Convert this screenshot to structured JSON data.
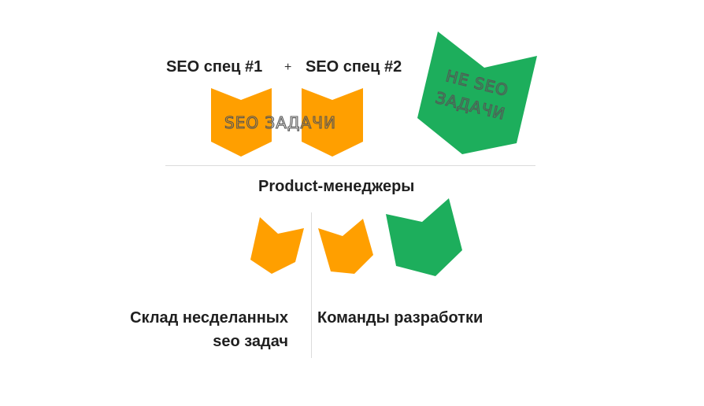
{
  "top": {
    "seo_spec_1": "SEO спец #1",
    "plus": "+",
    "seo_spec_2": "SEO спец #2",
    "seo_tasks_label": "SEO ЗАДАЧИ",
    "non_seo_line1": "НЕ SEO",
    "non_seo_line2": "ЗАДАЧИ"
  },
  "middle": {
    "product_managers": "Product-менеджеры"
  },
  "bottom": {
    "backlog_line1": "Склад несделанных",
    "backlog_line2": "seo задач",
    "dev_teams": "Команды разработки"
  },
  "colors": {
    "orange": "#FF9F00",
    "green": "#1DAE5C",
    "divider": "#DCDCDC"
  }
}
